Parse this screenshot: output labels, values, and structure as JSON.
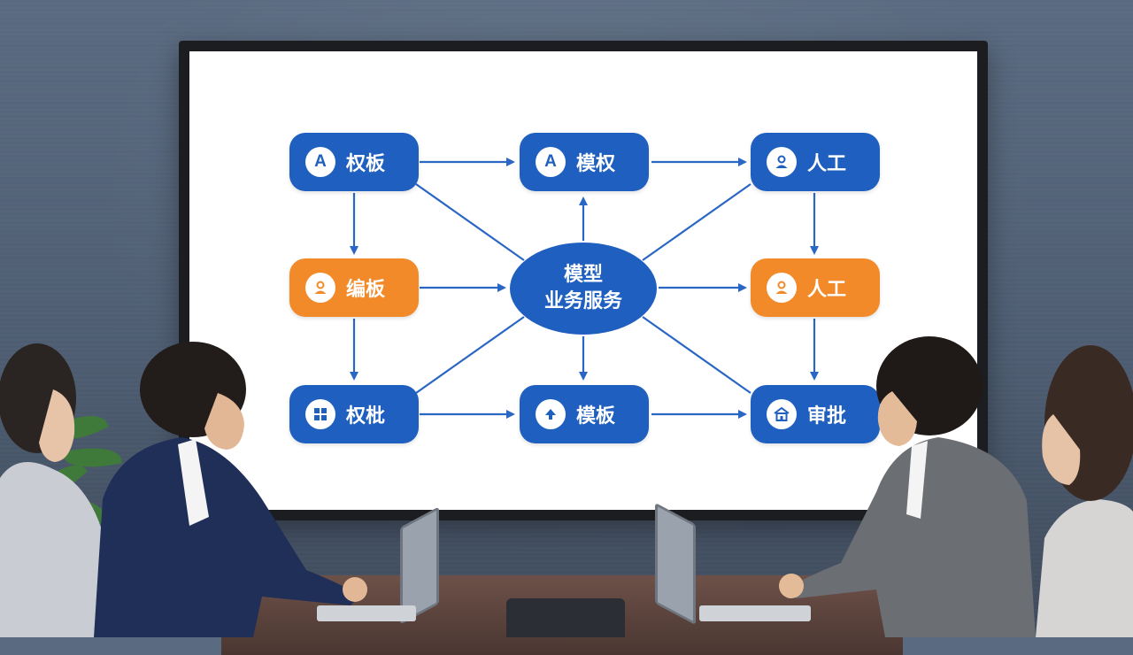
{
  "diagram": {
    "center": {
      "line1": "模型",
      "line2": "业务服务"
    },
    "nodes": [
      {
        "id": "tl",
        "label": "权板",
        "color": "blue",
        "icon": "letter-a-icon",
        "glyph": "A"
      },
      {
        "id": "tc",
        "label": "模权",
        "color": "blue",
        "icon": "letter-a-icon",
        "glyph": "A"
      },
      {
        "id": "tr",
        "label": "人工",
        "color": "blue",
        "icon": "user-icon"
      },
      {
        "id": "ml",
        "label": "编板",
        "color": "orange",
        "icon": "user-icon"
      },
      {
        "id": "mr",
        "label": "人工",
        "color": "orange",
        "icon": "user-icon"
      },
      {
        "id": "bl",
        "label": "权枇",
        "color": "blue",
        "icon": "grid-icon"
      },
      {
        "id": "bc",
        "label": "模板",
        "color": "blue",
        "icon": "upload-arrow-icon"
      },
      {
        "id": "br",
        "label": "审批",
        "color": "blue",
        "icon": "building-icon"
      }
    ]
  },
  "colors": {
    "node_blue": "#1e5fbf",
    "node_orange": "#f38a2a",
    "arrow": "#2a66c4",
    "screen": "#ffffff"
  }
}
